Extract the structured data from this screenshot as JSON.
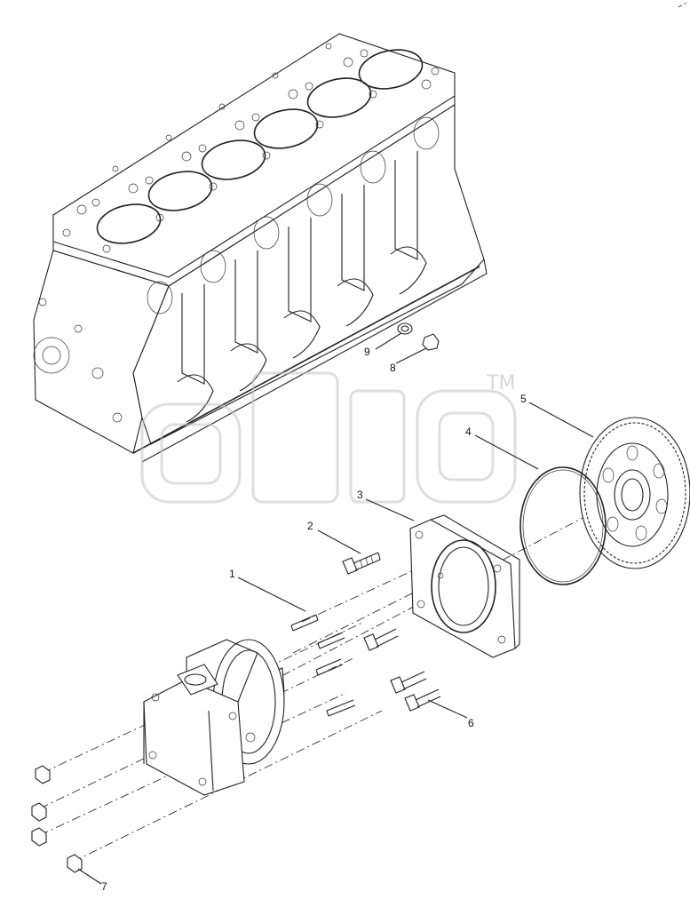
{
  "diagram": {
    "callouts": [
      {
        "id": "c1",
        "label": "1"
      },
      {
        "id": "c2",
        "label": "2"
      },
      {
        "id": "c3",
        "label": "3"
      },
      {
        "id": "c4",
        "label": "4"
      },
      {
        "id": "c5",
        "label": "5"
      },
      {
        "id": "c6",
        "label": "6"
      },
      {
        "id": "c7",
        "label": "7"
      },
      {
        "id": "c8",
        "label": "8"
      },
      {
        "id": "c9",
        "label": "9"
      }
    ],
    "watermark": {
      "trademark": "TM"
    }
  }
}
